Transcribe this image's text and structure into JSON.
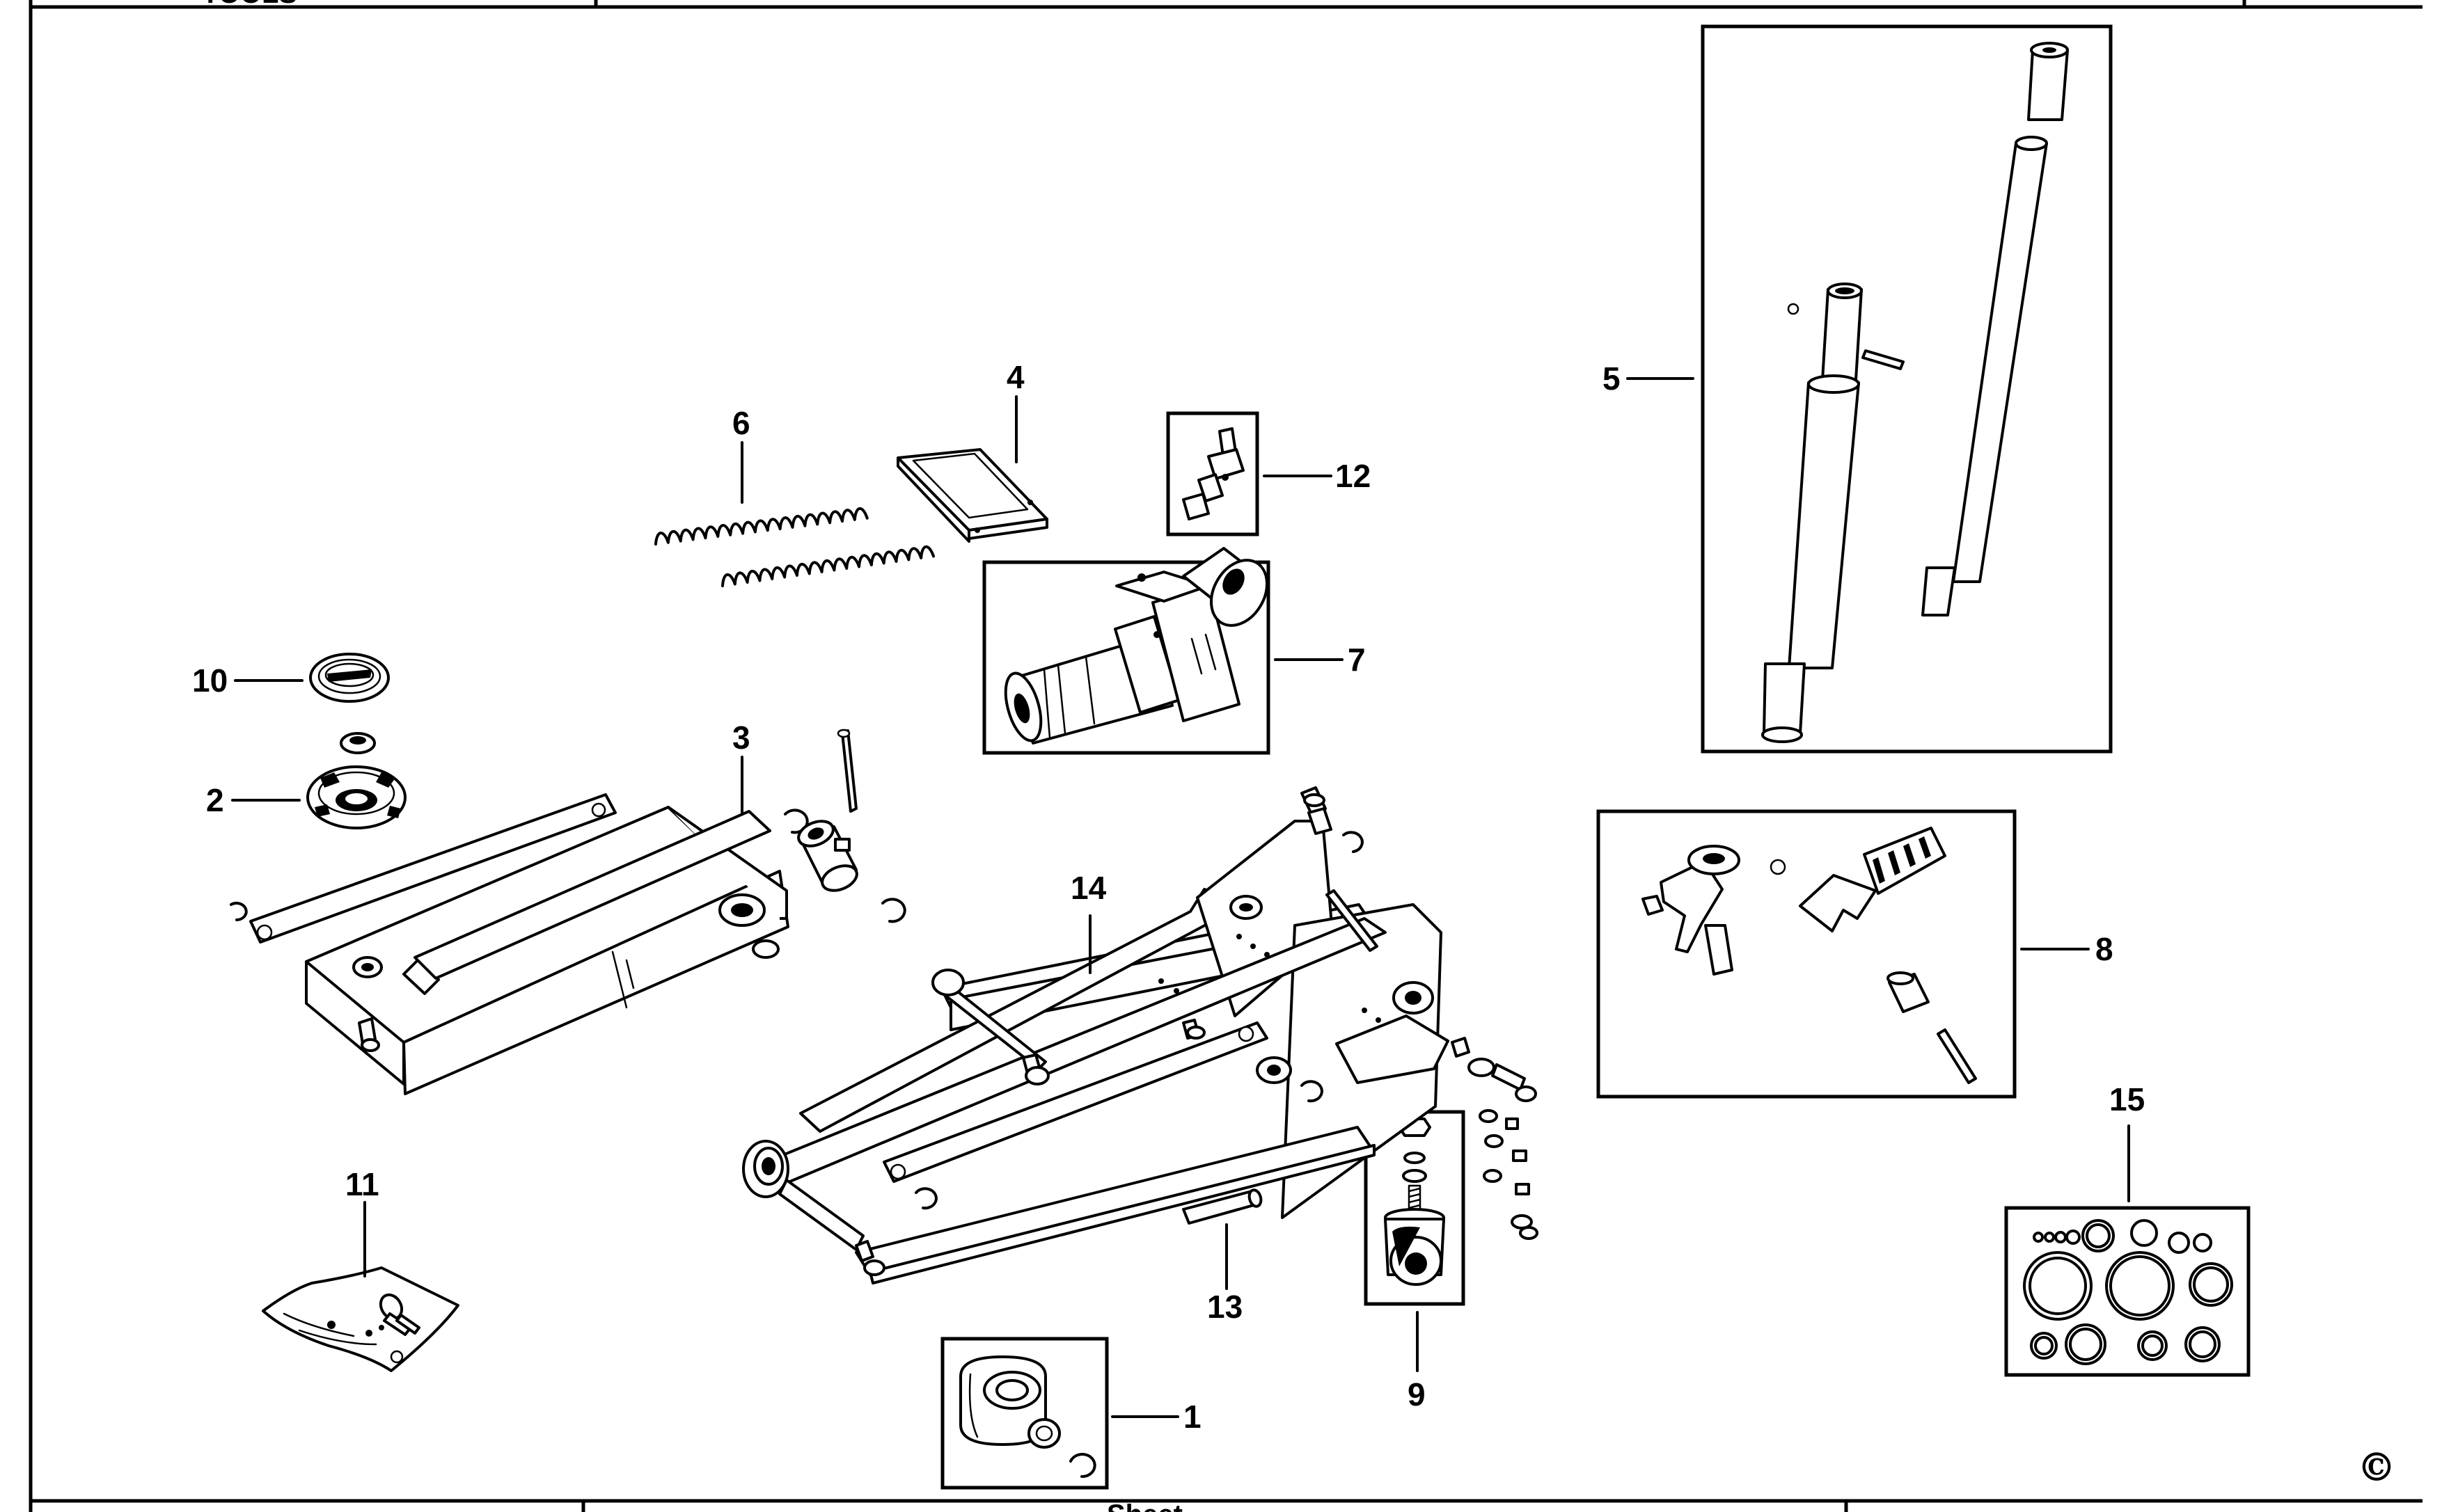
{
  "drawing": {
    "header_logo_text": "TOOLS",
    "footer_text": "Sheet",
    "copyright_symbol": "©"
  },
  "callouts": [
    {
      "id": "p1",
      "label": "1"
    },
    {
      "id": "p2",
      "label": "2"
    },
    {
      "id": "p3",
      "label": "3"
    },
    {
      "id": "p4",
      "label": "4"
    },
    {
      "id": "p5",
      "label": "5"
    },
    {
      "id": "p6",
      "label": "6"
    },
    {
      "id": "p7",
      "label": "7"
    },
    {
      "id": "p8",
      "label": "8"
    },
    {
      "id": "p9",
      "label": "9"
    },
    {
      "id": "p10",
      "label": "10"
    },
    {
      "id": "p11",
      "label": "11"
    },
    {
      "id": "p12",
      "label": "12"
    },
    {
      "id": "p13",
      "label": "13"
    },
    {
      "id": "p14",
      "label": "14"
    },
    {
      "id": "p15",
      "label": "15"
    }
  ]
}
